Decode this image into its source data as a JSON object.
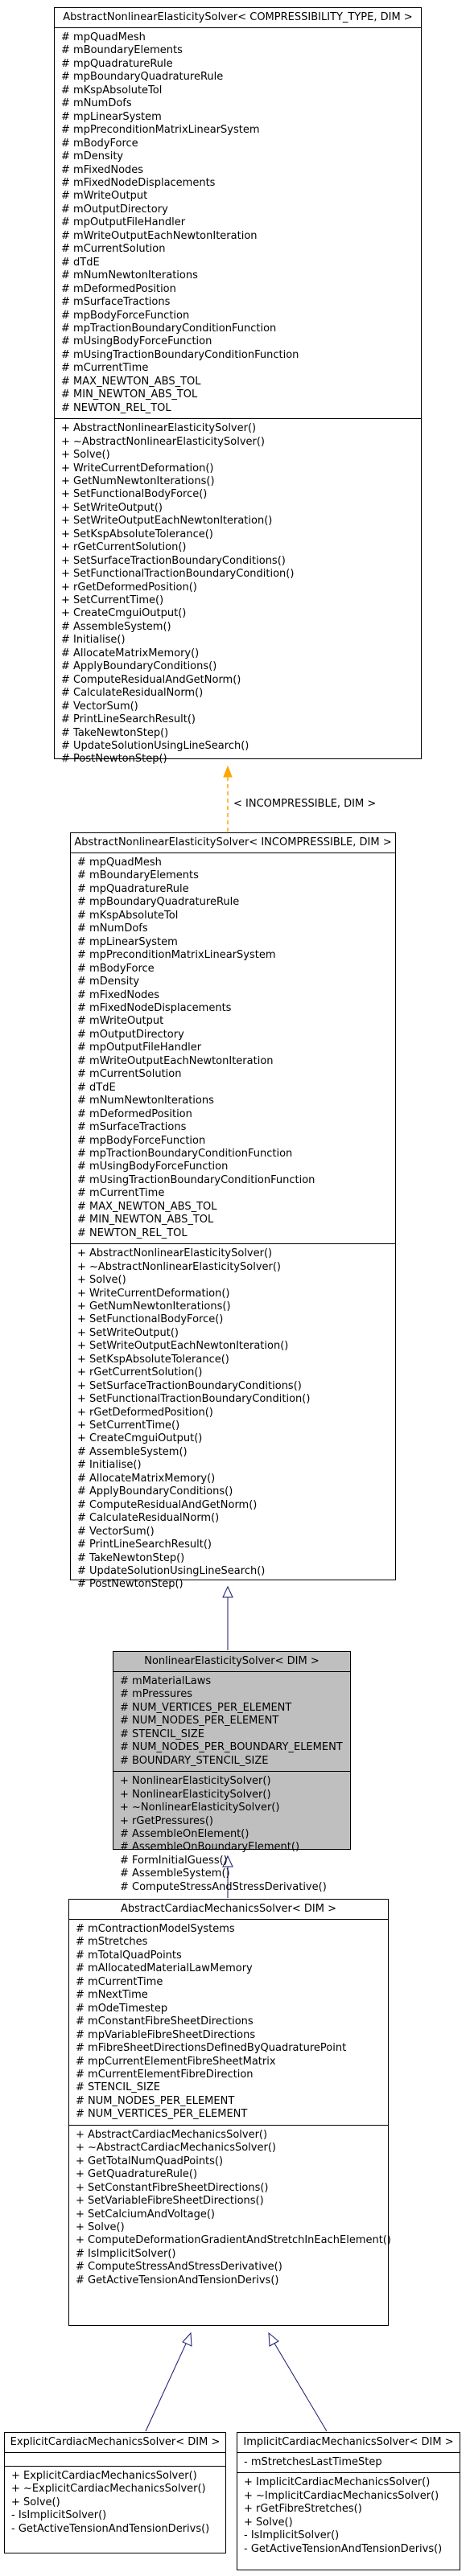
{
  "colors": {
    "inherit_edge": "#191970",
    "template_edge": "#ffa500",
    "highlight_fill": "#bfbfbf",
    "box_border": "#000000"
  },
  "edges": {
    "template_label": "< INCOMPRESSIBLE, DIM >"
  },
  "classes": {
    "base_compressible": {
      "title": "AbstractNonlinearElasticitySolver< COMPRESSIBILITY_TYPE, DIM >",
      "attributes": [
        "# mpQuadMesh",
        "# mBoundaryElements",
        "# mpQuadratureRule",
        "# mpBoundaryQuadratureRule",
        "# mKspAbsoluteTol",
        "# mNumDofs",
        "# mpLinearSystem",
        "# mpPreconditionMatrixLinearSystem",
        "# mBodyForce",
        "# mDensity",
        "# mFixedNodes",
        "# mFixedNodeDisplacements",
        "# mWriteOutput",
        "# mOutputDirectory",
        "# mpOutputFileHandler",
        "# mWriteOutputEachNewtonIteration",
        "# mCurrentSolution",
        "# dTdE",
        "# mNumNewtonIterations",
        "# mDeformedPosition",
        "# mSurfaceTractions",
        "# mpBodyForceFunction",
        "# mpTractionBoundaryConditionFunction",
        "# mUsingBodyForceFunction",
        "# mUsingTractionBoundaryConditionFunction",
        "# mCurrentTime",
        "# MAX_NEWTON_ABS_TOL",
        "# MIN_NEWTON_ABS_TOL",
        "# NEWTON_REL_TOL"
      ],
      "methods": [
        "+ AbstractNonlinearElasticitySolver()",
        "+ ~AbstractNonlinearElasticitySolver()",
        "+ Solve()",
        "+ WriteCurrentDeformation()",
        "+ GetNumNewtonIterations()",
        "+ SetFunctionalBodyForce()",
        "+ SetWriteOutput()",
        "+ SetWriteOutputEachNewtonIteration()",
        "+ SetKspAbsoluteTolerance()",
        "+ rGetCurrentSolution()",
        "+ SetSurfaceTractionBoundaryConditions()",
        "+ SetFunctionalTractionBoundaryCondition()",
        "+ rGetDeformedPosition()",
        "+ SetCurrentTime()",
        "+ CreateCmguiOutput()",
        "# AssembleSystem()",
        "# Initialise()",
        "# AllocateMatrixMemory()",
        "# ApplyBoundaryConditions()",
        "# ComputeResidualAndGetNorm()",
        "# CalculateResidualNorm()",
        "# VectorSum()",
        "# PrintLineSearchResult()",
        "# TakeNewtonStep()",
        "# UpdateSolutionUsingLineSearch()",
        "# PostNewtonStep()"
      ]
    },
    "base_incompressible": {
      "title": "AbstractNonlinearElasticitySolver< INCOMPRESSIBLE, DIM >",
      "attributes": [
        "# mpQuadMesh",
        "# mBoundaryElements",
        "# mpQuadratureRule",
        "# mpBoundaryQuadratureRule",
        "# mKspAbsoluteTol",
        "# mNumDofs",
        "# mpLinearSystem",
        "# mpPreconditionMatrixLinearSystem",
        "# mBodyForce",
        "# mDensity",
        "# mFixedNodes",
        "# mFixedNodeDisplacements",
        "# mWriteOutput",
        "# mOutputDirectory",
        "# mpOutputFileHandler",
        "# mWriteOutputEachNewtonIteration",
        "# mCurrentSolution",
        "# dTdE",
        "# mNumNewtonIterations",
        "# mDeformedPosition",
        "# mSurfaceTractions",
        "# mpBodyForceFunction",
        "# mpTractionBoundaryConditionFunction",
        "# mUsingBodyForceFunction",
        "# mUsingTractionBoundaryConditionFunction",
        "# mCurrentTime",
        "# MAX_NEWTON_ABS_TOL",
        "# MIN_NEWTON_ABS_TOL",
        "# NEWTON_REL_TOL"
      ],
      "methods": [
        "+ AbstractNonlinearElasticitySolver()",
        "+ ~AbstractNonlinearElasticitySolver()",
        "+ Solve()",
        "+ WriteCurrentDeformation()",
        "+ GetNumNewtonIterations()",
        "+ SetFunctionalBodyForce()",
        "+ SetWriteOutput()",
        "+ SetWriteOutputEachNewtonIteration()",
        "+ SetKspAbsoluteTolerance()",
        "+ rGetCurrentSolution()",
        "+ SetSurfaceTractionBoundaryConditions()",
        "+ SetFunctionalTractionBoundaryCondition()",
        "+ rGetDeformedPosition()",
        "+ SetCurrentTime()",
        "+ CreateCmguiOutput()",
        "# AssembleSystem()",
        "# Initialise()",
        "# AllocateMatrixMemory()",
        "# ApplyBoundaryConditions()",
        "# ComputeResidualAndGetNorm()",
        "# CalculateResidualNorm()",
        "# VectorSum()",
        "# PrintLineSearchResult()",
        "# TakeNewtonStep()",
        "# UpdateSolutionUsingLineSearch()",
        "# PostNewtonStep()"
      ]
    },
    "nonlinear": {
      "title": "NonlinearElasticitySolver< DIM >",
      "attributes": [
        "# mMaterialLaws",
        "# mPressures",
        "# NUM_VERTICES_PER_ELEMENT",
        "# NUM_NODES_PER_ELEMENT",
        "# STENCIL_SIZE",
        "# NUM_NODES_PER_BOUNDARY_ELEMENT",
        "# BOUNDARY_STENCIL_SIZE"
      ],
      "methods": [
        "+ NonlinearElasticitySolver()",
        "+ NonlinearElasticitySolver()",
        "+ ~NonlinearElasticitySolver()",
        "+ rGetPressures()",
        "# AssembleOnElement()",
        "# AssembleOnBoundaryElement()",
        "# FormInitialGuess()",
        "# AssembleSystem()",
        "# ComputeStressAndStressDerivative()"
      ]
    },
    "cardiac": {
      "title": "AbstractCardiacMechanicsSolver< DIM >",
      "attributes": [
        "# mContractionModelSystems",
        "# mStretches",
        "# mTotalQuadPoints",
        "# mAllocatedMaterialLawMemory",
        "# mCurrentTime",
        "# mNextTime",
        "# mOdeTimestep",
        "# mConstantFibreSheetDirections",
        "# mpVariableFibreSheetDirections",
        "# mFibreSheetDirectionsDefinedByQuadraturePoint",
        "# mpCurrentElementFibreSheetMatrix",
        "# mCurrentElementFibreDirection",
        "# STENCIL_SIZE",
        "# NUM_NODES_PER_ELEMENT",
        "# NUM_VERTICES_PER_ELEMENT"
      ],
      "methods": [
        "+ AbstractCardiacMechanicsSolver()",
        "+ ~AbstractCardiacMechanicsSolver()",
        "+ GetTotalNumQuadPoints()",
        "+ GetQuadratureRule()",
        "+ SetConstantFibreSheetDirections()",
        "+ SetVariableFibreSheetDirections()",
        "+ SetCalciumAndVoltage()",
        "+ Solve()",
        "+ ComputeDeformationGradientAndStretchInEachElement()",
        "# IsImplicitSolver()",
        "# ComputeStressAndStressDerivative()",
        "# GetActiveTensionAndTensionDerivs()"
      ]
    },
    "explicit": {
      "title": "ExplicitCardiacMechanicsSolver< DIM >",
      "attributes": [],
      "methods": [
        "+ ExplicitCardiacMechanicsSolver()",
        "+ ~ExplicitCardiacMechanicsSolver()",
        "+ Solve()",
        "- IsImplicitSolver()",
        "- GetActiveTensionAndTensionDerivs()"
      ]
    },
    "implicit": {
      "title": "ImplicitCardiacMechanicsSolver< DIM >",
      "attributes": [
        "- mStretchesLastTimeStep"
      ],
      "methods": [
        "+ ImplicitCardiacMechanicsSolver()",
        "+ ~ImplicitCardiacMechanicsSolver()",
        "+ rGetFibreStretches()",
        "+ Solve()",
        "- IsImplicitSolver()",
        "- GetActiveTensionAndTensionDerivs()"
      ]
    }
  }
}
